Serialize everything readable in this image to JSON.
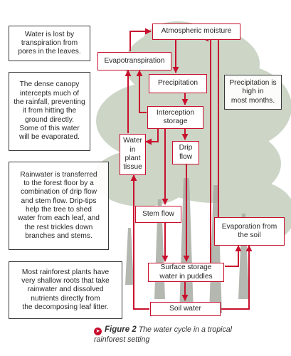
{
  "notes": {
    "transpiration": "Water is lost by\ntranspiration from\npores in the leaves.",
    "canopy": "The dense canopy\nintercepts much of\nthe rainfall, preventing\nit from hitting the\nground directly.\nSome of this water\nwill be evaporated.",
    "drip_tips": "Rainwater is transferred\nto the forest floor by a\ncombination of drip flow\nand stem flow. Drip-tips\nhelp the tree to shed\nwater from each leaf, and\nthe rest trickles down\nbranches and stems.",
    "roots": "Most rainforest plants have\nvery shallow roots that take\nrainwater and dissolved\nnutrients directly from\nthe decomposing leaf litter.",
    "precip_high": "Precipitation is\nhigh in\nmost months."
  },
  "nodes": {
    "atmospheric_moisture": "Atmospheric moisture",
    "evapotranspiration": "Evapotranspiration",
    "precipitation": "Precipitation",
    "interception_storage": "Interception\nstorage",
    "water_in_plant_tissue": "Water in\nplant\ntissue",
    "drip_flow": "Drip\nflow",
    "stem_flow": "Stem flow",
    "evaporation_from_soil": "Evaporation from\nthe soil",
    "surface_storage": "Surface storage\nwater in puddles",
    "soil_water": "Soil water"
  },
  "caption": {
    "label": "Figure 2",
    "text": "The water cycle in a tropical\nrainforest setting"
  },
  "colors": {
    "arrow": "#c8102e",
    "node_border": "#c8102e",
    "note_border": "#3a3a3a",
    "tree_foliage": "#bcc8b4",
    "tree_trunk": "#a7aca3"
  }
}
